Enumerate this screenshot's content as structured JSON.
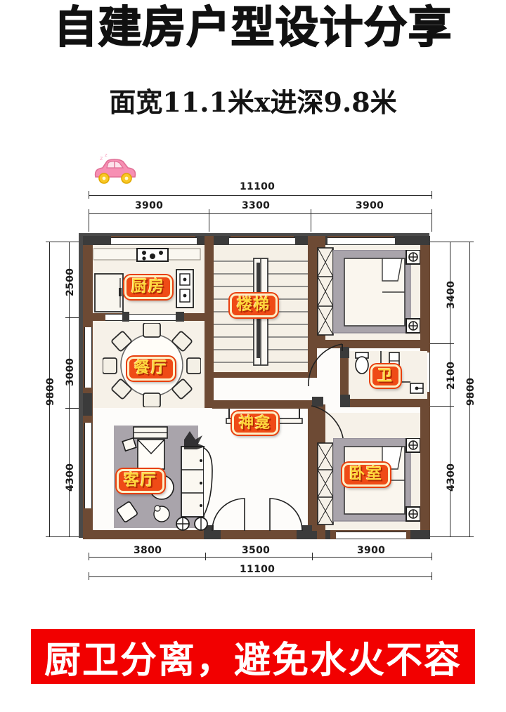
{
  "header": {
    "title": "自建房户型设计分享",
    "subtitle": "面宽11.1米x进深9.8米"
  },
  "sticker": {
    "car_icon": "pink-car-icon"
  },
  "banner": {
    "text": "厨卫分离，避免水火不容",
    "bg_color": "#f20000",
    "text_color": "#ffffff"
  },
  "plan": {
    "unit": "mm",
    "overall_width": "11100",
    "overall_depth": "9800",
    "dimensions": {
      "top": {
        "total": "11100",
        "segments": [
          "3900",
          "3300",
          "3900"
        ]
      },
      "bottom": {
        "total": "11100",
        "segments": [
          "3800",
          "3500",
          "3900"
        ]
      },
      "left": {
        "total": "9800",
        "segments": [
          "2500",
          "3000",
          "4300"
        ]
      },
      "right": {
        "total": "9800",
        "segments": [
          "3400",
          "2100",
          "4300"
        ]
      }
    },
    "rooms": [
      {
        "key": "kitchen",
        "label": "厨房"
      },
      {
        "key": "dining",
        "label": "餐厅"
      },
      {
        "key": "stairs",
        "label": "楼梯"
      },
      {
        "key": "shrine",
        "label": "神龛"
      },
      {
        "key": "living",
        "label": "客厅"
      },
      {
        "key": "bathroom",
        "label": "卫"
      },
      {
        "key": "bedroom",
        "label": "卧室"
      }
    ],
    "colors": {
      "wall": "#6d4a34",
      "wall_shadow": "#4a4a4a",
      "floor_cream": "#f6f1e8",
      "label_bg": "#ef4b16",
      "label_text": "#ffd83d",
      "dimension_line": "#2a2a2a"
    }
  }
}
